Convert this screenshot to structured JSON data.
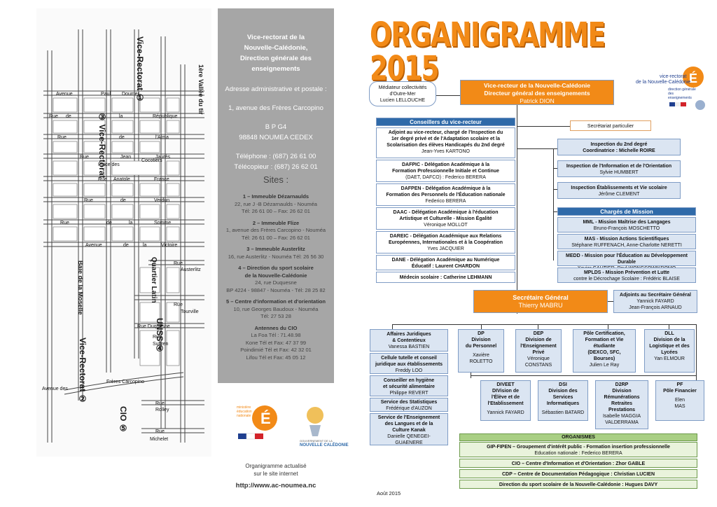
{
  "title": "ORGANIGRAMME 2015",
  "date": "Août 2015",
  "info": {
    "l1": "Vice-rectorat de la",
    "l2": "Nouvelle-Calédonie,",
    "l3": "Direction générale des",
    "l4": "enseignements",
    "addr_label": "Adresse administrative et postale :",
    "addr": "1, avenue des Frères Carcopino",
    "bp": "B P  G4",
    "city": "98848 NOUMEA CEDEX",
    "tel": "Téléphone   : (687) 26 61 00",
    "fax": "Télécopieur : (687) 26 62 01"
  },
  "sites": {
    "title": "Sites :",
    "s1_name": "1 – Immeuble Dézarnaulds",
    "s1_addr": "22, rue J -B  Dézarnaulds - Nouméa",
    "s1_tel": "Tél: 26 61 00 – Fax: 26 62 01",
    "s2_name": "2 – Immeuble  Flize",
    "s2_addr": "1, avenue des Frères Carcopino - Nouméa",
    "s2_tel": "Tél: 26 61 00 – Fax: 26 62 01",
    "s3_name": "3 – Immeuble  Austerlitz",
    "s3_addr": "16, rue Austerlitz - Nouméa Tél: 26 56 30",
    "s4_name": "4 – Direction du sport scolaire",
    "s4_name2": "de la Nouvelle-Calédonie",
    "s4_addr": "24, rue Duquesne",
    "s4_tel": "BP 4224 - 98847 - Nouméa - Tél: 28 25 82",
    "s5_name": "5 – Centre d'information et d'orientation",
    "s5_addr": "10, rue Georges Baudoux - Nouméa",
    "s5_tel": "Tél: 27 53 28",
    "cio_title": "Antennes du CIO",
    "cio1": "La Foa Tél : 71.48.98",
    "cio2": "Kone  Tél et Fax: 47 37 99",
    "cio3": "Poindimié  Tél et Fax: 42 32 01",
    "cio4": "Lifou  Tél et Fax: 45 05 12"
  },
  "logos": {
    "ministere": "ministère éducation nationale",
    "gouv": "GOUVERNEMENT DE LA",
    "nc": "NOUVELLE CALÉDONIE",
    "vr1": "vice-rectorat",
    "vr2": "de la Nouvelle-Calédonie",
    "vr3": "direction générale des enseignements"
  },
  "footer": {
    "update1": "Organigramme actualisé",
    "update2": "sur le site internet",
    "url": "http://www.ac-noumea.nc"
  },
  "map": {
    "vr1": "Vice-Rectorat ①",
    "vr3": "③ Vice-Rectorat",
    "vr2": "Vice-Rectorat ②",
    "unss": "UNSS ④",
    "cio": "CIO ⑤",
    "quartier": "Quartier Latin",
    "baie": "Baie de la Moselle",
    "vallee": "1ère Vallée du tir",
    "streets": [
      "Avenue",
      "Paul",
      "Doumer",
      "Rue",
      "de",
      "la",
      "République",
      "Rue",
      "de",
      "l'Alma",
      "Rue",
      "Jean",
      "Jaurès",
      "Place des",
      "Cocotiers",
      "Rue",
      "Anatole",
      "France",
      "Rue",
      "de",
      "Verdun",
      "Rue",
      "de",
      "la",
      "Somme",
      "Avenue",
      "de",
      "la",
      "Victoire",
      "Rue Duquesne",
      "Rue",
      "Suffren",
      "Avenue des",
      "Frères Carcopino",
      "Rue",
      "Rolley",
      "Rue",
      "Michelet",
      "Rue",
      "Tourville",
      "Rue",
      "Austerlitz"
    ]
  },
  "org": {
    "mediateur": [
      "Médiateur collectivités",
      "d'Outre-Mer",
      "Lucien LELLOUCHE"
    ],
    "vr_title1": "Vice-recteur de la Nouvelle-Calédonie",
    "vr_title2": "Directeur général des enseignements",
    "vr_name": "Patrick DION",
    "conseillers": "Conseillers du vice-recteur",
    "c1": [
      "Adjoint au vice-recteur, chargé de l'Inspection du",
      "1er degré privé et de l'Adaptation scolaire et la",
      "Scolarisation des élèves Handicapés du 2nd degré",
      "Jean-Yves KARTONO"
    ],
    "c2": [
      "DAFPIC - Délégation Académique à la",
      "Formation Professionnelle Initiale et Continue",
      "(DAET, DAFCO) : Federico BERERA"
    ],
    "c3": [
      "DAFPEN - Délégation Académique à la",
      "Formation des Personnels de l'Éducation nationale",
      "Federico BERERA"
    ],
    "c4": [
      "DAAC - Délégation Académique à l'éducation",
      "Artistique et Culturelle - Mission Égalité",
      "Véronique MOLLOT"
    ],
    "c5": [
      "DAREIC - Délégation Académique aux Relations",
      "Européennes, Internationales et à la Coopération",
      "Yves JACQUIER"
    ],
    "c6": [
      "DANE - Délégation Académique au Numérique",
      "Éducatif : Laurent CHARDON"
    ],
    "c7": "Médecin scolaire : Catherine LEHMANN",
    "secretariat": "Secrétariat particulier",
    "r1": [
      "Inspection du 2nd degré",
      "Coordinatrice : Michelle ROIRE"
    ],
    "r2": [
      "Inspection de l'Information et de l'Orientation",
      "Sylvie HUMBERT"
    ],
    "r3": [
      "Inspection Établissements et Vie scolaire",
      "Jérôme CLEMENT"
    ],
    "charges": "Chargés de Mission",
    "m1": [
      "MML - Mission Maîtrise des Langages",
      "Bruno-François MOSCHETTO"
    ],
    "m2": [
      "MAS - Mission Actions Scientifiques",
      "Stéphane RUFFENACH, Anne-Charlotte NERETTI"
    ],
    "m3": [
      "MEDD - Mission pour l'Éducation au Développement Durable",
      "Xavier GAUTIER, Paul WONGSOWIKROMO"
    ],
    "m4": [
      "MPLDS - Mission Prévention et Lutte",
      "contre le Décrochage Scolaire : Frédéric BLAISE"
    ],
    "sg_title": "Secrétaire Général",
    "sg_name": "Thierry MABRU",
    "adj": [
      "Adjoints au Secrétaire Général",
      "Yannick FAYARD",
      "Jean-François ARNAUD"
    ],
    "s1": [
      "Affaires Juridiques",
      "& Contentieux",
      "Vanessa BASTIEN"
    ],
    "s2": [
      "Cellule tutelle et conseil",
      "juridique aux établissements",
      "Freddy LOO"
    ],
    "s3": [
      "Conseiller en hygiène",
      "et sécurité alimentaire",
      "Philippe REVERT"
    ],
    "s4": [
      "Service des Statistiques",
      "Frédérique d'AUZON"
    ],
    "s5": [
      "Service de l'Enseignement",
      "des Langues et de la",
      "Culture Kanak",
      "Danielle QENEGEI-",
      "GUAENERE"
    ],
    "dp": [
      "DP",
      "Division",
      "du Personnel",
      "Xavière",
      "ROLETTO"
    ],
    "dep": [
      "DEP",
      "Division de",
      "l'Enseignement",
      "Privé",
      "Véronique",
      "CONSTANS"
    ],
    "pole": [
      "Pôle Certification,",
      "Formation et Vie",
      "étudiante",
      "(DEXCO, SFC,",
      "Bourses)",
      "Julien Le Ray"
    ],
    "dll": [
      "DLL",
      "Division de la",
      "Logistique et des",
      "Lycées",
      "Yan ELMOUR"
    ],
    "diveet": [
      "DIVEET",
      "DIVision de",
      "l'Élève et de",
      "l'Etablissement",
      "Yannick FAYARD"
    ],
    "dsi": [
      "DSI",
      "Division des",
      "Services",
      "Informatiques",
      "Sébastien BATARD"
    ],
    "d2rp": [
      "D2RP",
      "Division",
      "Rémunérations",
      "Retraites",
      "Prestations",
      "Isabelle MAGGIA",
      "VALDERRAMA"
    ],
    "pf": [
      "PF",
      "Pôle Financier",
      "Elen",
      "MAS"
    ],
    "organismes": "ORGANISMES",
    "o1": [
      "GIP-FIPEN – Groupement d'intérêt public - Formation insertion professionnelle",
      "Education nationale : Federico BERERA"
    ],
    "o2": "CIO – Centre d'Information et d'Orientation : Zhor GABLE",
    "o3": "CDP – Centre de Documentation Pédagogique : Christian LUCIEN",
    "o4": "Direction du sport scolaire de la Nouvelle-Calédonie : Hugues DAVY"
  }
}
